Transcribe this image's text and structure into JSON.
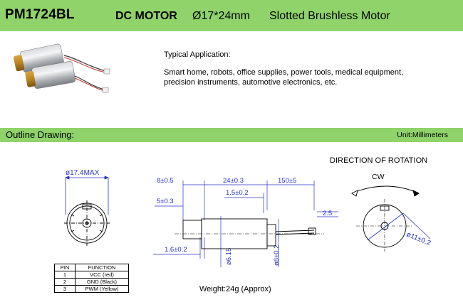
{
  "header": {
    "model": "PM1724BL",
    "type": "DC  MOTOR",
    "size": "Ø17*24mm",
    "description": "Slotted Brushless Motor"
  },
  "application": {
    "title": "Typical Application:",
    "line1": "Smart home, robots, office supplies, power tools, medical equipment,",
    "line2": "precision instruments, automotive electronics, etc."
  },
  "outline": {
    "label": "Outline Drawing:",
    "unit": "Unit:Millimeters"
  },
  "front_view": {
    "diameter_label": "ø17.4MAX"
  },
  "side_view": {
    "dim_8": "8±0.5",
    "dim_24": "24±0.3",
    "dim_150": "150±5",
    "dim_5": "5±0.3",
    "dim_1_5": "1.5±0.2",
    "dim_2_5": "2.5",
    "dim_1_6": "1.6±0.2",
    "dim_d615": "ø6.15",
    "dim_d8": "ø8±0.2"
  },
  "rotation": {
    "title": "DIRECTION OF ROTATION",
    "direction": "CW",
    "dim_d11": "ø11±0.2"
  },
  "pin_table": {
    "headers": [
      "PIN",
      "FUNCTION"
    ],
    "rows": [
      [
        "1",
        "VCC (red)"
      ],
      [
        "2",
        "GND (Black)"
      ],
      [
        "3",
        "PWM (Yellow)"
      ]
    ]
  },
  "weight": "Weight:24g (Approx)",
  "colors": {
    "bar": "#8fd36a",
    "dimension": "#2b33c8",
    "line": "#000000"
  }
}
